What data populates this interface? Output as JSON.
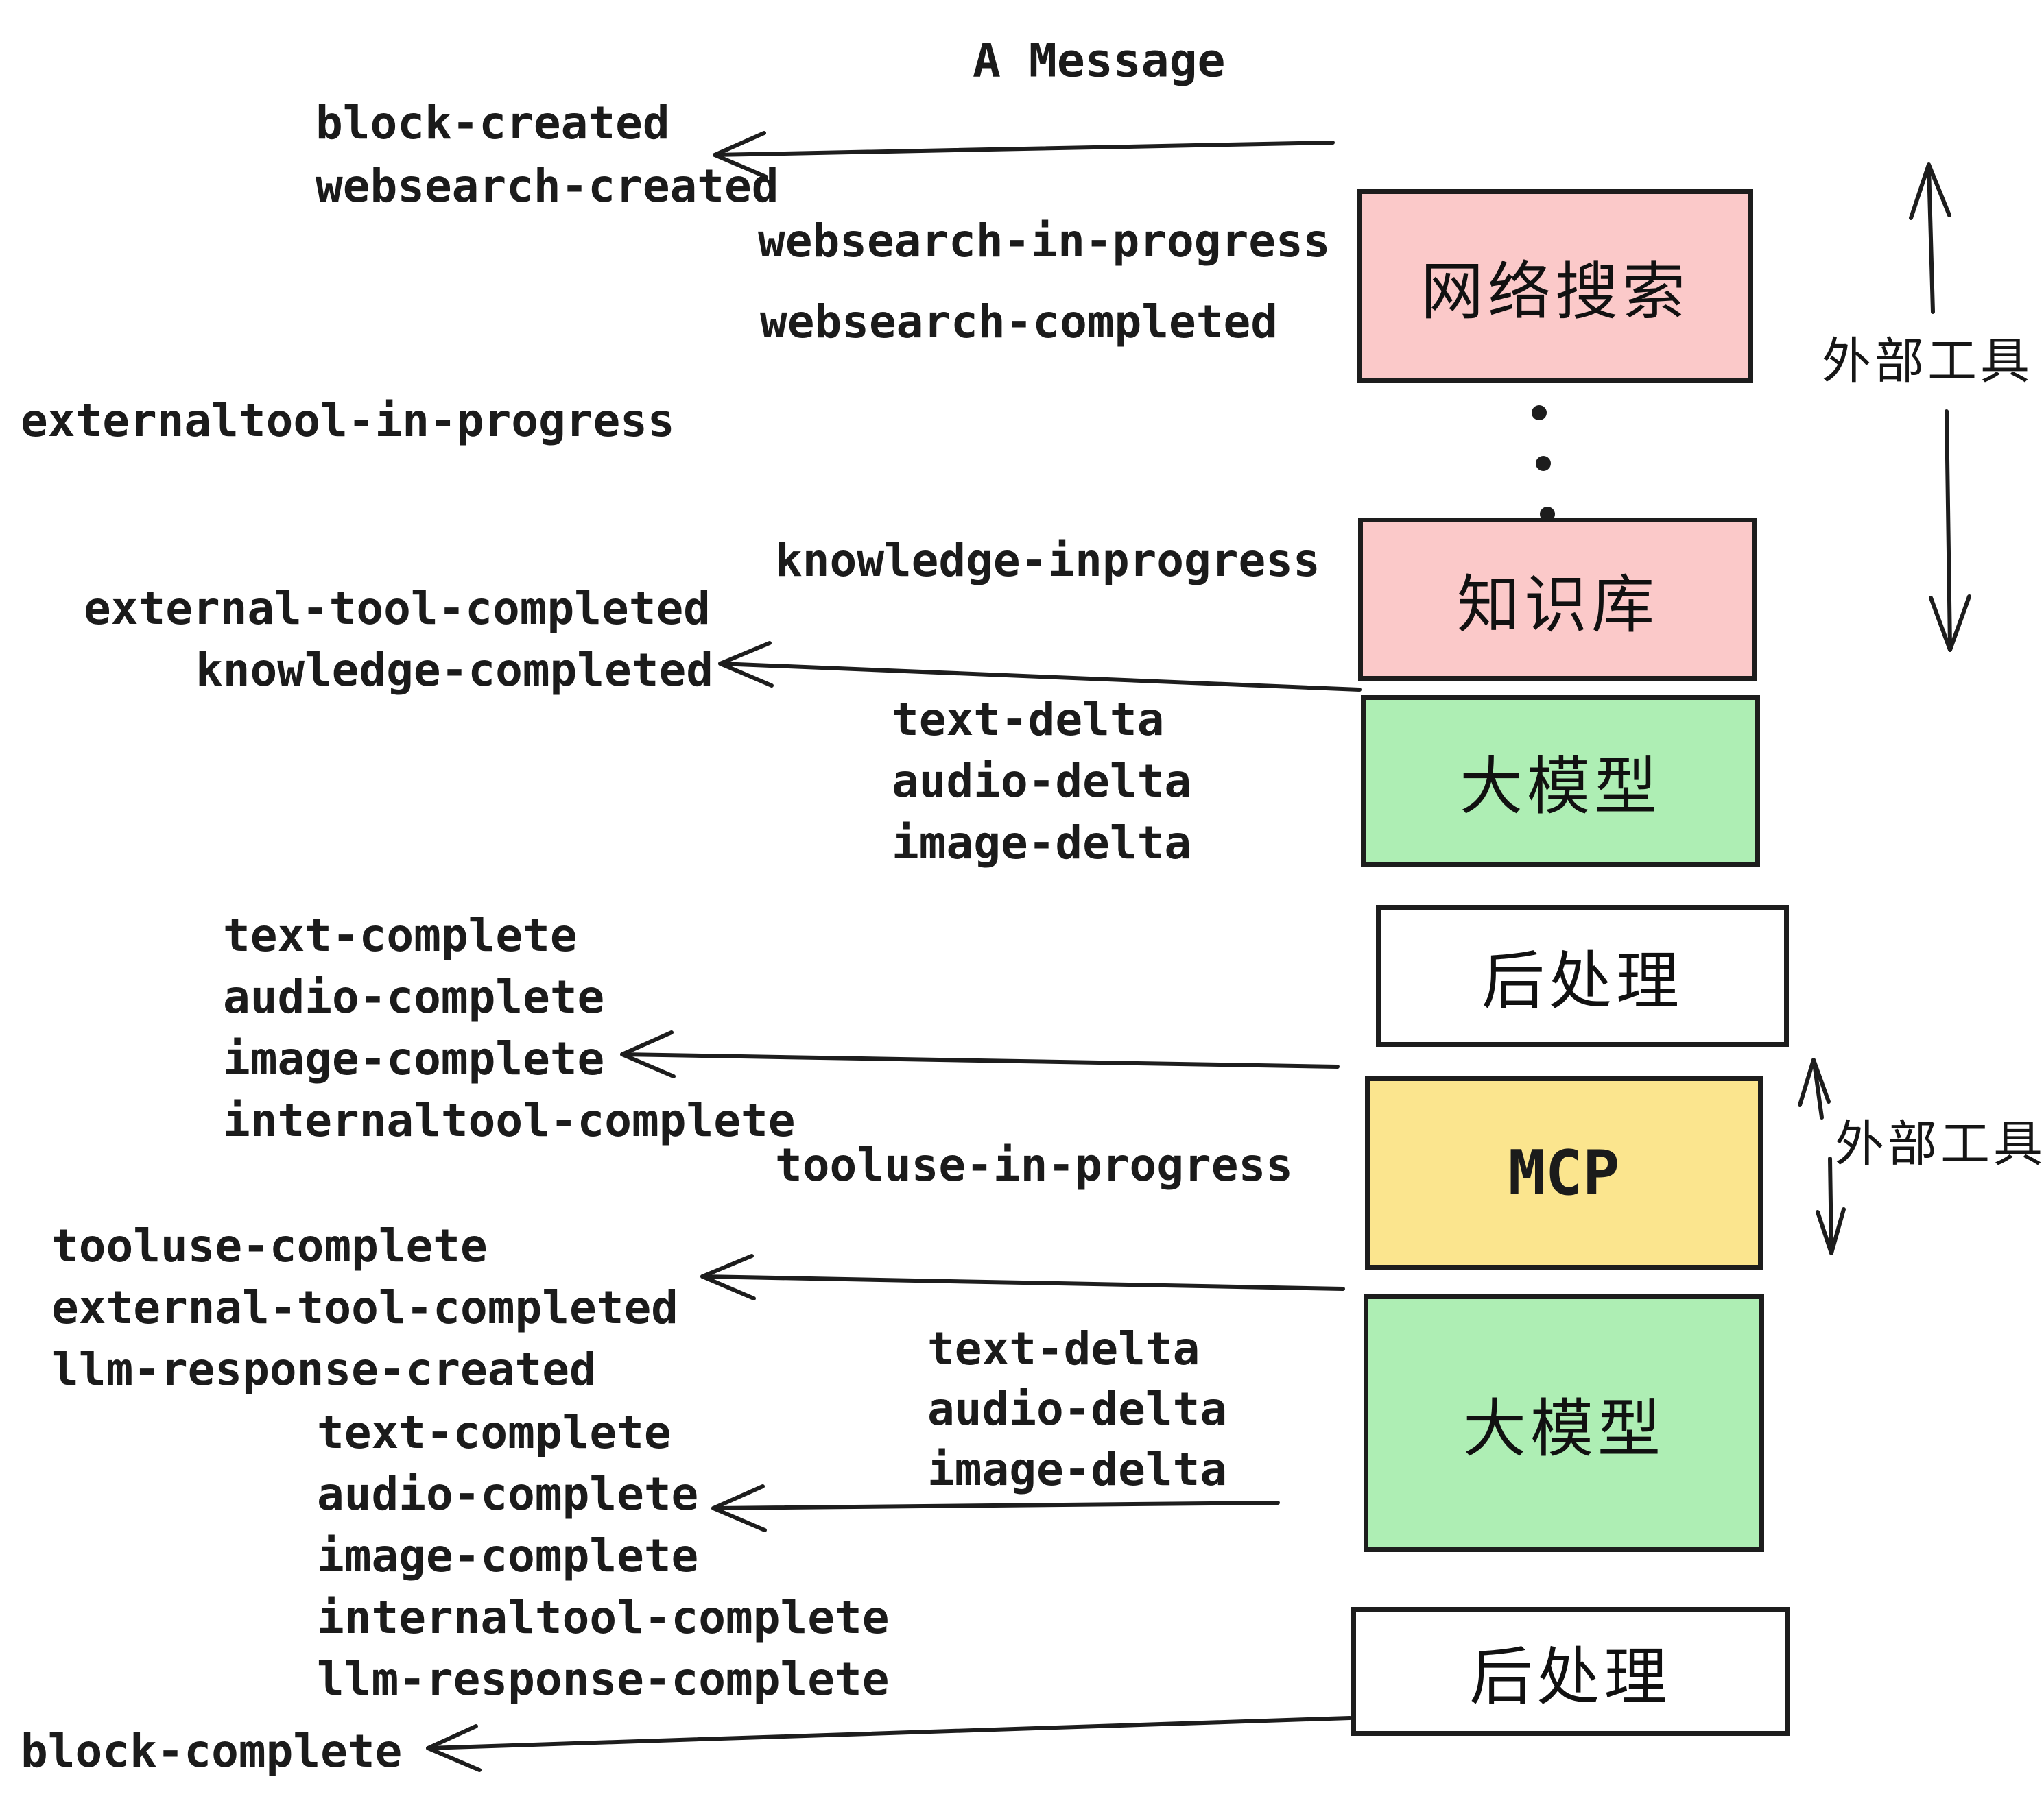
{
  "title": "A Message",
  "colors": {
    "stroke": "#1d1d1d",
    "pink": "#fbc9c9",
    "green": "#aeeeb4",
    "yellow": "#fbe58e",
    "white": "#ffffff"
  },
  "boxes": {
    "websearch": {
      "label": "网络搜索"
    },
    "knowledge": {
      "label": "知识库"
    },
    "llm1": {
      "label": "大模型"
    },
    "post1": {
      "label": "后处理"
    },
    "mcp": {
      "label": "MCP"
    },
    "llm2": {
      "label": "大模型"
    },
    "post2": {
      "label": "后处理"
    }
  },
  "side_labels": {
    "external_tool_top": "外部工具",
    "external_tool_bottom": "外部工具"
  },
  "events": {
    "block_created": "block-created",
    "websearch_created": "websearch-created",
    "websearch_in_progress": "websearch-in-progress",
    "websearch_completed": "websearch-completed",
    "externaltool_in_progress": "externaltool-in-progress",
    "knowledge_inprogress": "knowledge-inprogress",
    "external_tool_completed_1": "external-tool-completed",
    "knowledge_completed": "knowledge-completed",
    "text_delta_1": "text-delta",
    "audio_delta_1": "audio-delta",
    "image_delta_1": "image-delta",
    "text_complete_1": "text-complete",
    "audio_complete_1": "audio-complete",
    "image_complete_1": "image-complete",
    "internaltool_complete_1": "internaltool-complete",
    "tooluse_in_progress": "tooluse-in-progress",
    "tooluse_complete": "tooluse-complete",
    "external_tool_completed_2": "external-tool-completed",
    "llm_response_created": "llm-response-created",
    "text_delta_2": "text-delta",
    "audio_delta_2": "audio-delta",
    "image_delta_2": "image-delta",
    "text_complete_2": "text-complete",
    "audio_complete_2": "audio-complete",
    "image_complete_2": "image-complete",
    "internaltool_complete_2": "internaltool-complete",
    "llm_response_complete": "llm-response-complete",
    "block_complete": "block-complete"
  }
}
